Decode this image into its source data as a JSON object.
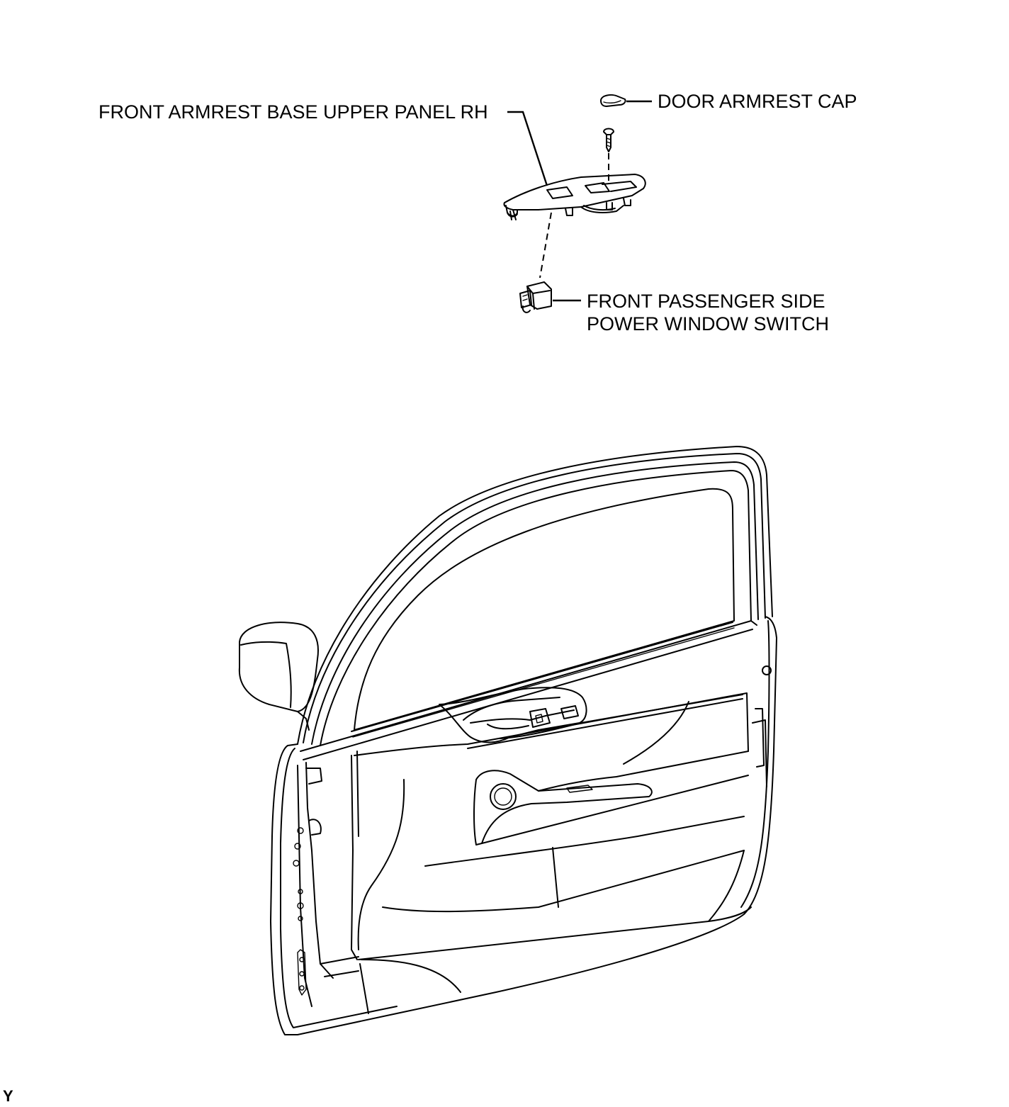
{
  "labels": {
    "front_armrest_panel": "FRONT ARMREST BASE UPPER PANEL RH",
    "door_armrest_cap": "DOOR ARMREST CAP",
    "power_window_switch_line1": "FRONT PASSENGER SIDE",
    "power_window_switch_line2": "POWER WINDOW SWITCH"
  },
  "figure_code": "Y"
}
